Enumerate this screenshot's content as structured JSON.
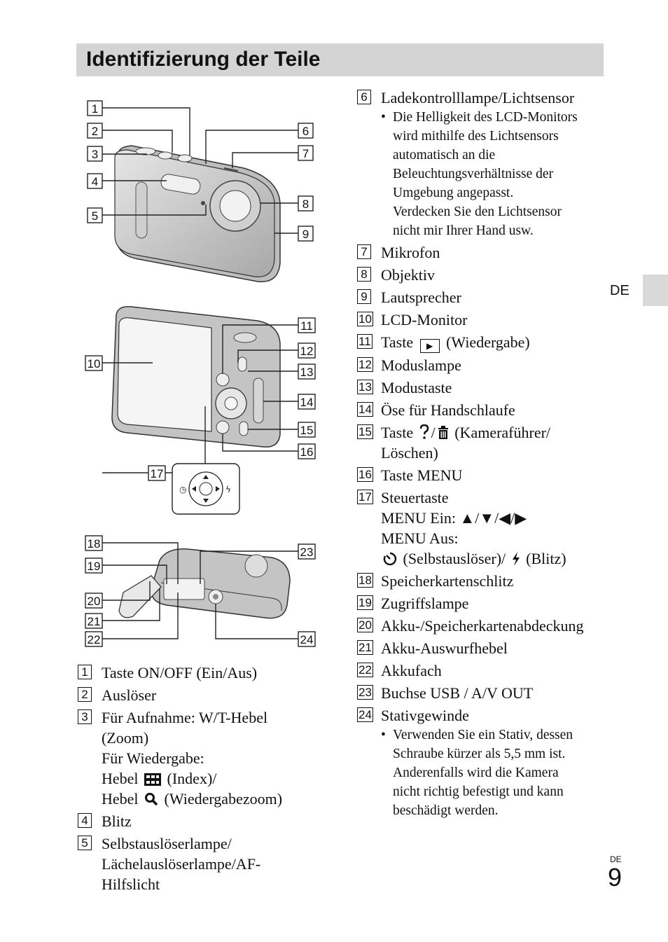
{
  "title": "Identifizierung der Teile",
  "side_language": "DE",
  "footer": {
    "language": "DE",
    "page": "9"
  },
  "figure_labels": {
    "top": [
      "1",
      "2",
      "3",
      "4",
      "5",
      "6",
      "7",
      "8",
      "9"
    ],
    "back": [
      "10",
      "11",
      "12",
      "13",
      "14",
      "15",
      "16",
      "17"
    ],
    "bottom": [
      "18",
      "19",
      "20",
      "21",
      "22",
      "23",
      "24"
    ]
  },
  "left_items": [
    {
      "num": "1",
      "lines": [
        "Taste ON/OFF (Ein/Aus)"
      ]
    },
    {
      "num": "2",
      "lines": [
        "Auslöser"
      ]
    },
    {
      "num": "3",
      "lines": [
        "Für Aufnahme: W/T-Hebel",
        "(Zoom)",
        "Für Wiedergabe:"
      ],
      "icon_lines": [
        {
          "before": "Hebel",
          "icon": "index-grid-icon",
          "after": "(Index)/"
        },
        {
          "before": "Hebel",
          "icon": "magnifier-icon",
          "after": "(Wiedergabezoom)"
        }
      ]
    },
    {
      "num": "4",
      "lines": [
        "Blitz"
      ]
    },
    {
      "num": "5",
      "lines": [
        "Selbstauslöserlampe/",
        "Lächelauslöserlampe/AF-",
        "Hilfslicht"
      ]
    }
  ],
  "right_items": {
    "item6": {
      "num": "6",
      "text": "Ladekontrolllampe/Lichtsensor",
      "notes": [
        "Die Helligkeit des LCD-Monitors",
        "wird mithilfe des Lichtsensors",
        "automatisch an die",
        "Beleuchtungsverhältnisse der",
        "Umgebung angepasst.",
        "Verdecken Sie den Lichtsensor",
        "nicht mir Ihrer Hand usw."
      ]
    },
    "item7": {
      "num": "7",
      "text": "Mikrofon"
    },
    "item8": {
      "num": "8",
      "text": "Objektiv"
    },
    "item9": {
      "num": "9",
      "text": "Lautsprecher"
    },
    "item10": {
      "num": "10",
      "text": "LCD-Monitor"
    },
    "item11": {
      "num": "11",
      "before": "Taste",
      "after": "(Wiedergabe)"
    },
    "item12": {
      "num": "12",
      "text": "Moduslampe"
    },
    "item13": {
      "num": "13",
      "text": "Modustaste"
    },
    "item14": {
      "num": "14",
      "text": "Öse für Handschlaufe"
    },
    "item15": {
      "num": "15",
      "before": "Taste",
      "after": "(Kameraführer/",
      "line2": "Löschen)"
    },
    "item16": {
      "num": "16",
      "text": "Taste MENU"
    },
    "item17": {
      "num": "17",
      "text": "Steuertaste",
      "line2": "MENU Ein: ▲/▼/◀/▶",
      "line3": "MENU Aus:",
      "line4_a": "(Selbstauslöser)/",
      "line4_b": "(Blitz)"
    },
    "item18": {
      "num": "18",
      "text": "Speicherkartenschlitz"
    },
    "item19": {
      "num": "19",
      "text": "Zugriffslampe"
    },
    "item20": {
      "num": "20",
      "text": "Akku-/Speicherkartenabdeckung"
    },
    "item21": {
      "num": "21",
      "text": "Akku-Auswurfhebel"
    },
    "item22": {
      "num": "22",
      "text": "Akkufach"
    },
    "item23": {
      "num": "23",
      "text": "Buchse USB / A/V OUT"
    },
    "item24": {
      "num": "24",
      "text": "Stativgewinde",
      "notes": [
        "Verwenden Sie ein Stativ, dessen",
        "Schraube kürzer als 5,5 mm ist.",
        "Anderenfalls wird die Kamera",
        "nicht richtig befestigt und kann",
        "beschädigt werden."
      ]
    }
  }
}
